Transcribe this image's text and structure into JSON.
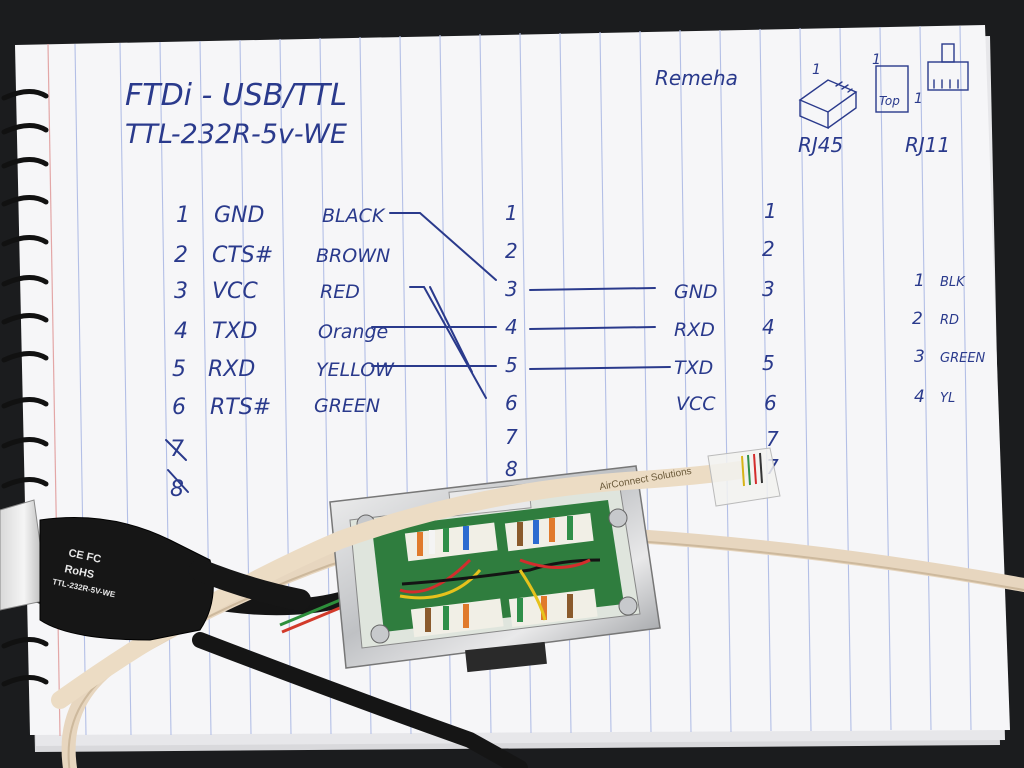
{
  "notebook": {
    "title_line1": "FTDi - USB/TTL",
    "title_line2": "TTL-232R-5v-WE",
    "header_right": "Remeha",
    "connector_labels": {
      "rj45": "RJ45",
      "rj11": "RJ11",
      "rj11_top": "Top",
      "rj45_pin": "1",
      "rj11_pin_a": "1",
      "rj11_pin_b": "1"
    },
    "ftdi_pins": [
      {
        "num": "1",
        "signal": "GND",
        "color": "BLACK"
      },
      {
        "num": "2",
        "signal": "CTS#",
        "color": "BROWN"
      },
      {
        "num": "3",
        "signal": "VCC",
        "color": "RED"
      },
      {
        "num": "4",
        "signal": "TXD",
        "color": "Orange"
      },
      {
        "num": "5",
        "signal": "RXD",
        "color": "YELLOW"
      },
      {
        "num": "6",
        "signal": "RTS#",
        "color": "GREEN"
      },
      {
        "num": "7",
        "signal": "",
        "color": ""
      },
      {
        "num": "8",
        "signal": "",
        "color": ""
      }
    ],
    "rj_pins_mid": [
      "1",
      "2",
      "3",
      "4",
      "5",
      "6",
      "7",
      "8"
    ],
    "remeha_signals": [
      "",
      "",
      "GND",
      "RXD",
      "TXD",
      "VCC",
      "",
      ""
    ],
    "remeha_pins": [
      "1",
      "2",
      "3",
      "4",
      "5",
      "6",
      "7",
      "7"
    ],
    "rj11_map": [
      {
        "num": "1",
        "color": "BLK"
      },
      {
        "num": "2",
        "color": "RD"
      },
      {
        "num": "3",
        "color": "GREEN"
      },
      {
        "num": "4",
        "color": "YL"
      }
    ]
  },
  "hardware": {
    "usb_cable_print": [
      "CE FC",
      "RoHS",
      "TTL-232R-5V-WE"
    ],
    "flat_cable_print": "AirConnect Solutions"
  },
  "colors": {
    "ink": "#2a3a8c",
    "paper": "#f6f6f8",
    "rule_line": "#a9b6e0",
    "margin_line": "#e0a0a0",
    "background": "#1b1c1e"
  }
}
